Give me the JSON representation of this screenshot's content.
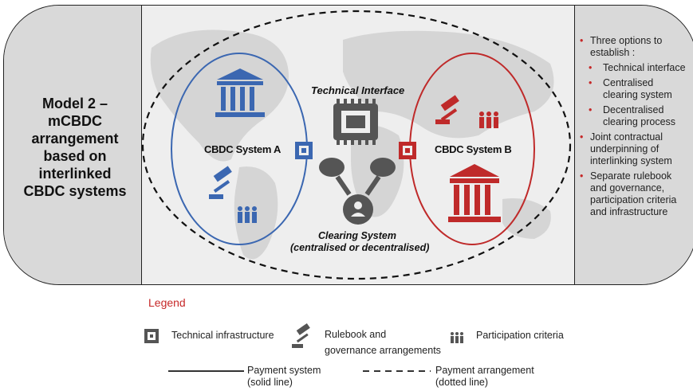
{
  "left_title": "Model 2 –\nmCBDC\narrangement\nbased on\ninterlinked\nCBDC systems",
  "diagram": {
    "technical_interface": "Technical Interface",
    "system_a": "CBDC System A",
    "system_b": "CBDC System B",
    "clearing_line1": "Clearing System",
    "clearing_line2": "(centralised or decentralised)"
  },
  "right_bullets": {
    "b1": "Three options to establish :",
    "s1": "Technical interface",
    "s2": "Centralised clearing system",
    "s3": "Decentralised clearing process",
    "b2": "Joint contractual underpinning of interlinking system",
    "b3": "Separate rulebook and governance, participation criteria and infrastructure"
  },
  "legend": {
    "title": "Legend",
    "technical_infrastructure": "Technical infrastructure",
    "rulebook_line1": "Rulebook and",
    "rulebook_line2": "governance arrangements",
    "participation": "Participation criteria",
    "payment_system_line1": "Payment system",
    "payment_system_line2": "(solid line)",
    "payment_arrangement_line1": "Payment arrangement",
    "payment_arrangement_line2": "(dotted line)"
  },
  "colors": {
    "blue": "#3b67b1",
    "red": "#bf2a2a",
    "gray_dark": "#555555"
  }
}
